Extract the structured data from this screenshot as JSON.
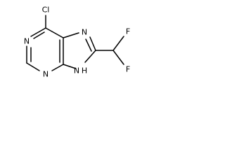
{
  "molecule": {
    "atoms": {
      "cl": "Cl",
      "n1": "N",
      "n3": "N",
      "n7": "N",
      "n9": "N",
      "h9": "H",
      "f1": "F",
      "f2": "F"
    }
  }
}
